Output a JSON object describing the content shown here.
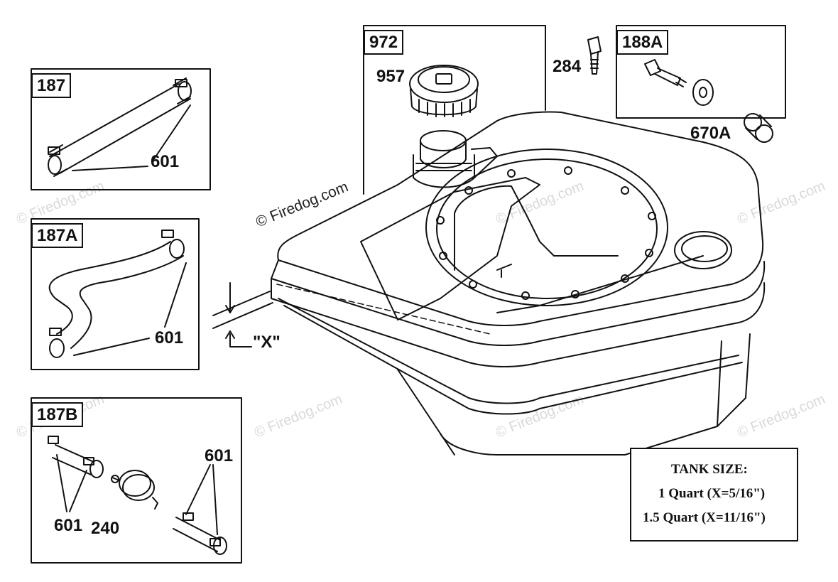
{
  "watermarks": {
    "text": "© Firedog.com",
    "center_text": "© Firedog.com"
  },
  "boxes": {
    "b187": {
      "tag": "187"
    },
    "b187A": {
      "tag": "187A"
    },
    "b187B": {
      "tag": "187B"
    },
    "b972": {
      "tag": "972"
    },
    "b188A": {
      "tag": "188A"
    }
  },
  "callouts": {
    "c601_187": "601",
    "c601_187A": "601",
    "c601_187B_left": "601",
    "c240": "240",
    "c601_187B_right": "601",
    "c957": "957",
    "c284": "284",
    "c670A": "670A",
    "cX": "\"X\""
  },
  "tank_size": {
    "title": "TANK SIZE:",
    "line1": "1 Quart (X=5/16\")",
    "line2": "1.5 Quart (X=11/16\")"
  }
}
